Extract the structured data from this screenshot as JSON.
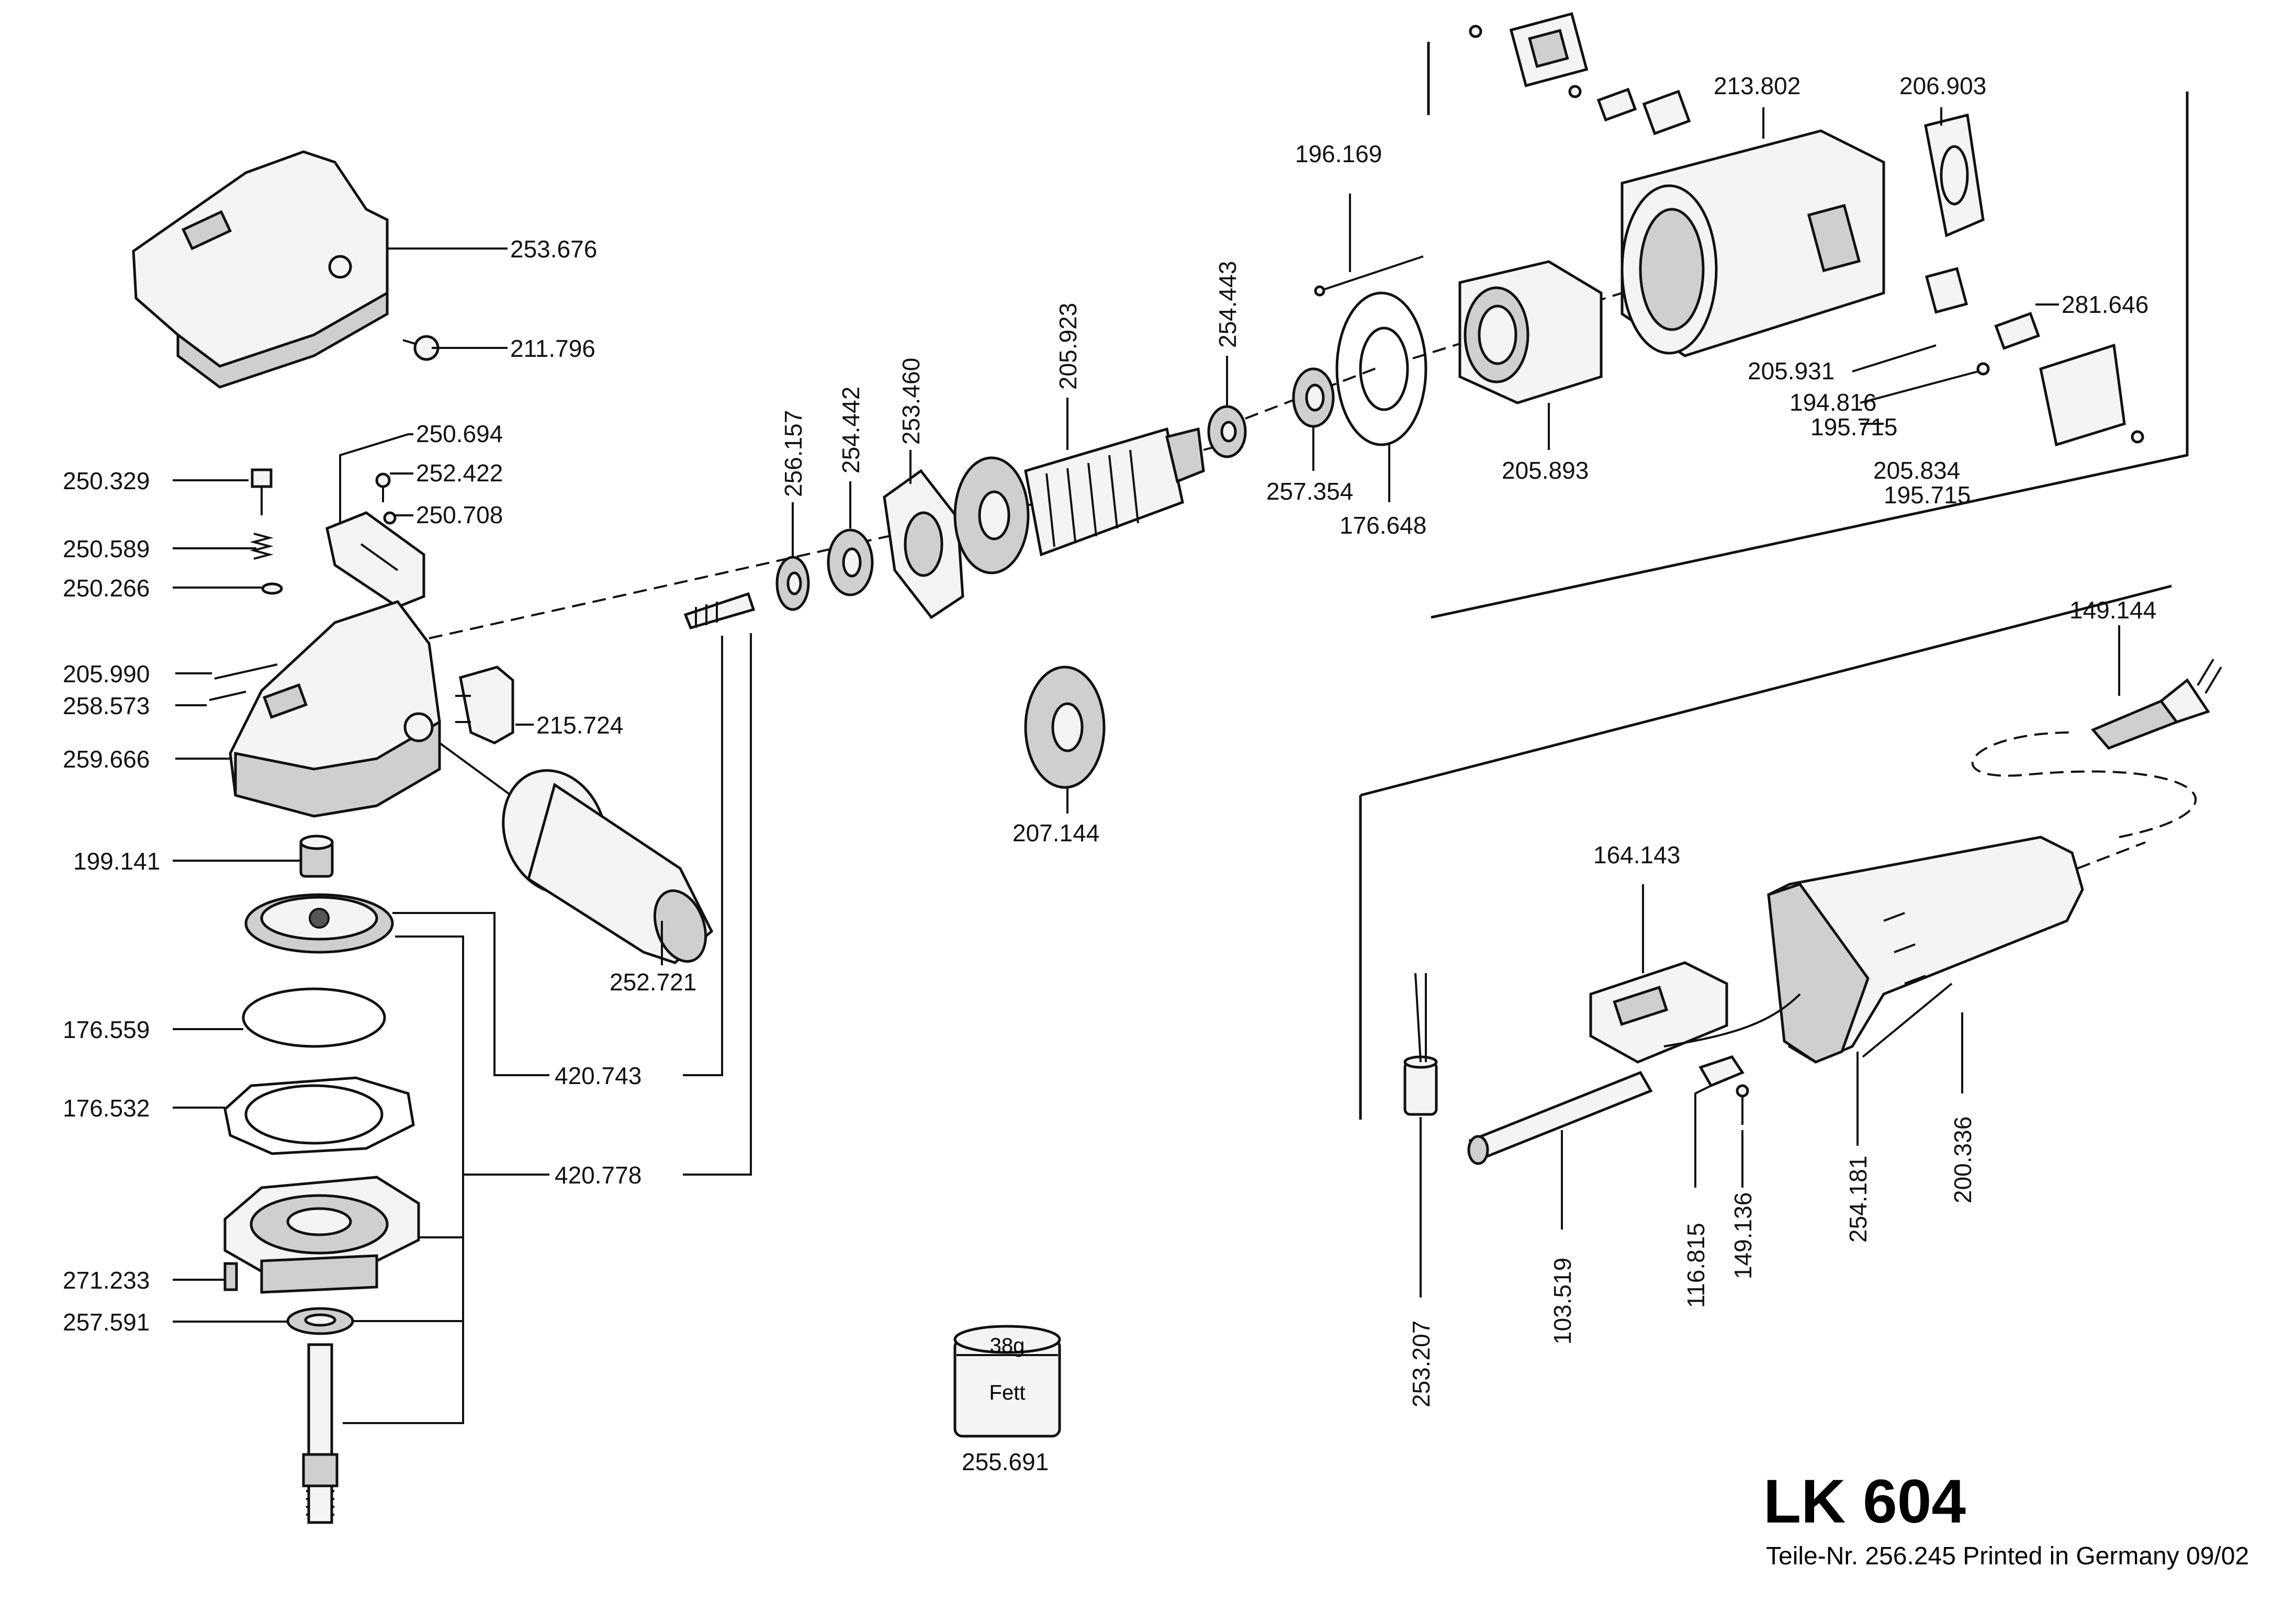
{
  "title": "LK 604",
  "footer": "Teile-Nr. 256.245 Printed in Germany 09/02",
  "grease": {
    "amount": "38g",
    "label": "Fett",
    "part": "255.691"
  },
  "parts": {
    "p253676": "253.676",
    "p211796": "211.796",
    "p250694": "250.694",
    "p250329": "250.329",
    "p252422": "252.422",
    "p250708": "250.708",
    "p250589": "250.589",
    "p250266": "250.266",
    "p205990": "205.990",
    "p258573": "258.573",
    "p259666": "259.666",
    "p215724": "215.724",
    "p199141": "199.141",
    "p176559": "176.559",
    "p176532": "176.532",
    "p271233": "271.233",
    "p257591": "257.591",
    "p420743": "420.743",
    "p420778": "420.778",
    "p252721": "252.721",
    "p256157": "256.157",
    "p254442": "254.442",
    "p253460": "253.460",
    "p205923": "205.923",
    "p254443": "254.443",
    "p207144": "207.144",
    "p196169": "196.169",
    "p257354": "257.354",
    "p176648": "176.648",
    "p205893": "205.893",
    "p213802": "213.802",
    "p206903": "206.903",
    "p281646": "281.646",
    "p205931": "205.931",
    "p194816": "194.816",
    "p195715a": "195.715",
    "p205834": "205.834",
    "p195715b": "195.715",
    "p149144": "149.144",
    "p164143": "164.143",
    "p253207": "253.207",
    "p103519": "103.519",
    "p116815": "116.815",
    "p149136": "149.136",
    "p254181": "254.181",
    "p200336": "200.336"
  }
}
